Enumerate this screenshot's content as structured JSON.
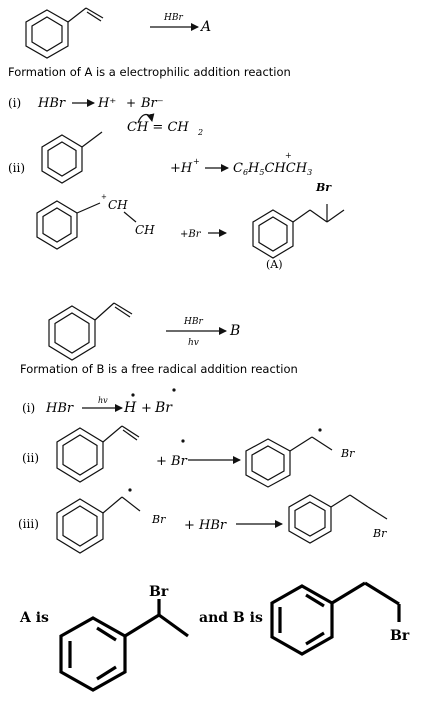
{
  "part_a": {
    "reagent": "HBr",
    "product": "A",
    "heading": "Formation of A is a electrophilic addition reaction",
    "step_i": {
      "num": "(i)",
      "lhs": "HBr",
      "rhs1": "H⁺",
      "plus": "+",
      "rhs2": "Br⁻"
    },
    "step_ii": {
      "num": "(ii)",
      "alkene_above": "CH = CH",
      "alkene_sub": "2",
      "lhs_plus": "+H",
      "lhs_sup": "+",
      "prod_pre": "C",
      "sub6": "6",
      "prod_h": "H",
      "sub5": "5",
      "prod_mid": "CHCH",
      "sub3": "3",
      "cation_plus": "+"
    },
    "step_iii": {
      "ch": "CH",
      "ch3": "CH",
      "plus": "+",
      "br": "+Br",
      "product_label": "(A)",
      "product_br": "Br"
    }
  },
  "part_b": {
    "reagent": "HBr",
    "condition": "hv",
    "product": "B",
    "heading": "Formation of B is a free radical addition reaction",
    "step_i": {
      "num": "(i)",
      "lhs": "HBr",
      "cond": "hv",
      "h": "H",
      "plus": "+",
      "br": "Br"
    },
    "step_ii": {
      "num": "(ii)",
      "plus_br": "+ Br",
      "product_br": "Br"
    },
    "step_iii": {
      "num": "(iii)",
      "br": "Br",
      "plus_hbr": "+ HBr",
      "product_br": "Br"
    }
  },
  "answer": {
    "a_is": "A is",
    "and_b_is": "and B is",
    "a_br": "Br",
    "b_br": "Br"
  }
}
